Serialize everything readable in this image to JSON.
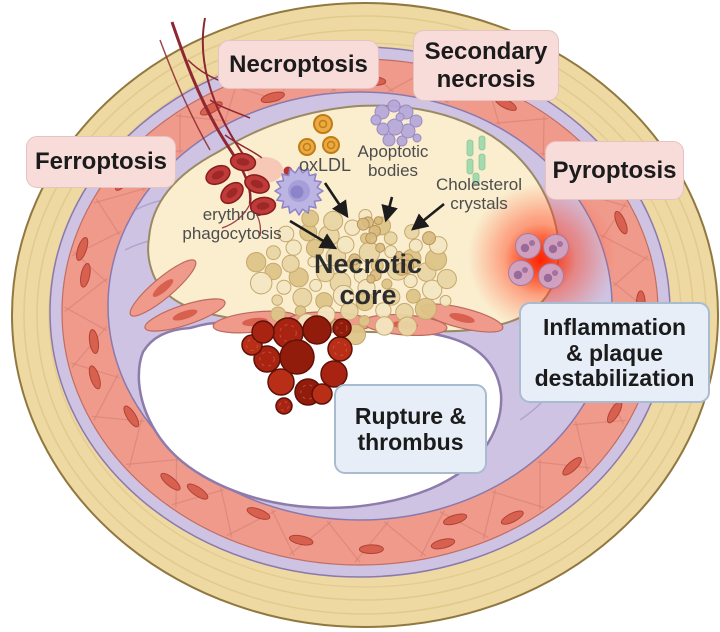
{
  "figure": {
    "subject": "Atherosclerotic plaque cross-section with cell death pathways"
  },
  "pathway_labels": {
    "ferroptosis": "Ferroptosis",
    "necroptosis": "Necroptosis",
    "secondary_necrosis": "Secondary\nnecrosis",
    "pyroptosis": "Pyroptosis"
  },
  "outcome_labels": {
    "inflammation": "Inflammation\n& plaque\ndestabilization",
    "rupture_thrombus": "Rupture &\nthrombus"
  },
  "plaque_labels": {
    "necrotic_core": "Necrotic\ncore",
    "oxldl": "oxLDL",
    "apoptotic_bodies": "Apoptotic\nbodies",
    "cholesterol_crystals": "Cholesterol\ncrystals",
    "erythrophagocytosis": "erythro-\nphagocytosis"
  },
  "colors": {
    "pink_bg": "#f8dcda",
    "pink_border": "#e6c2c0",
    "blue_bg": "#e7eef7",
    "blue_border": "#a9bccf",
    "text_dark": "#1b1b1b",
    "text_gray": "#4d4d4d",
    "adventitia_tan": "#eed9a2",
    "tan_line": "#d9bd7e",
    "lavender": "#cec3e3",
    "lavender_line": "#8a79ad",
    "media_salmon": "#f09a8c",
    "media_line": "#c06e61",
    "nucleus_red": "#d8604f",
    "plaque_cream": "#faeecf",
    "plaque_line": "#9a8a64",
    "core_tan": "#e9d5a4",
    "core_line": "#c6a86d",
    "thrombus_red": "#a92312",
    "thrombus_dark": "#5f1106",
    "rbc_red": "#c13a3a",
    "macrophage_purple": "#bcb5e4",
    "oxldl_orange": "#ecaa42",
    "oxldl_line": "#c17c17",
    "apoptotic_purple": "#b6a8d9",
    "crystal_green": "#a5d9ae",
    "glow_red": "#ff2a00",
    "vessel_dark_red": "#8e2731",
    "arrow": "#1c1c1c",
    "lumen_white": "#ffffff"
  }
}
